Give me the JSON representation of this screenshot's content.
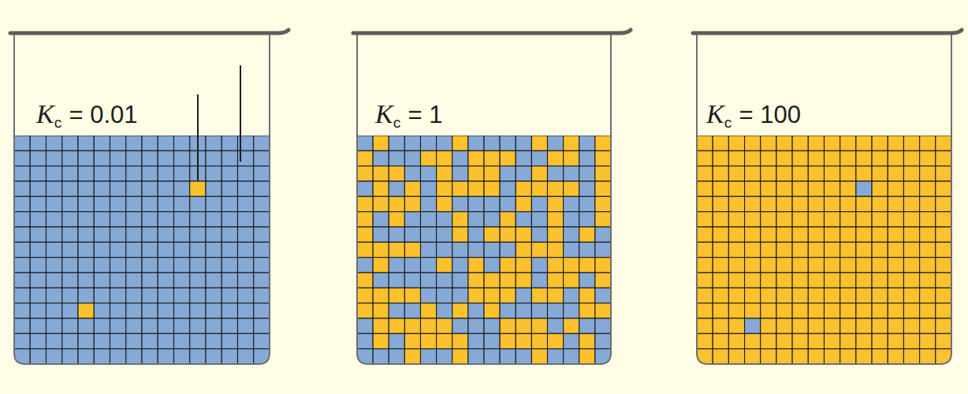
{
  "diagram": {
    "labels": [
      "K",
      "c",
      "= 0.01",
      "K",
      "c",
      "= 1",
      "K",
      "c",
      "= 100"
    ]
  }
}
